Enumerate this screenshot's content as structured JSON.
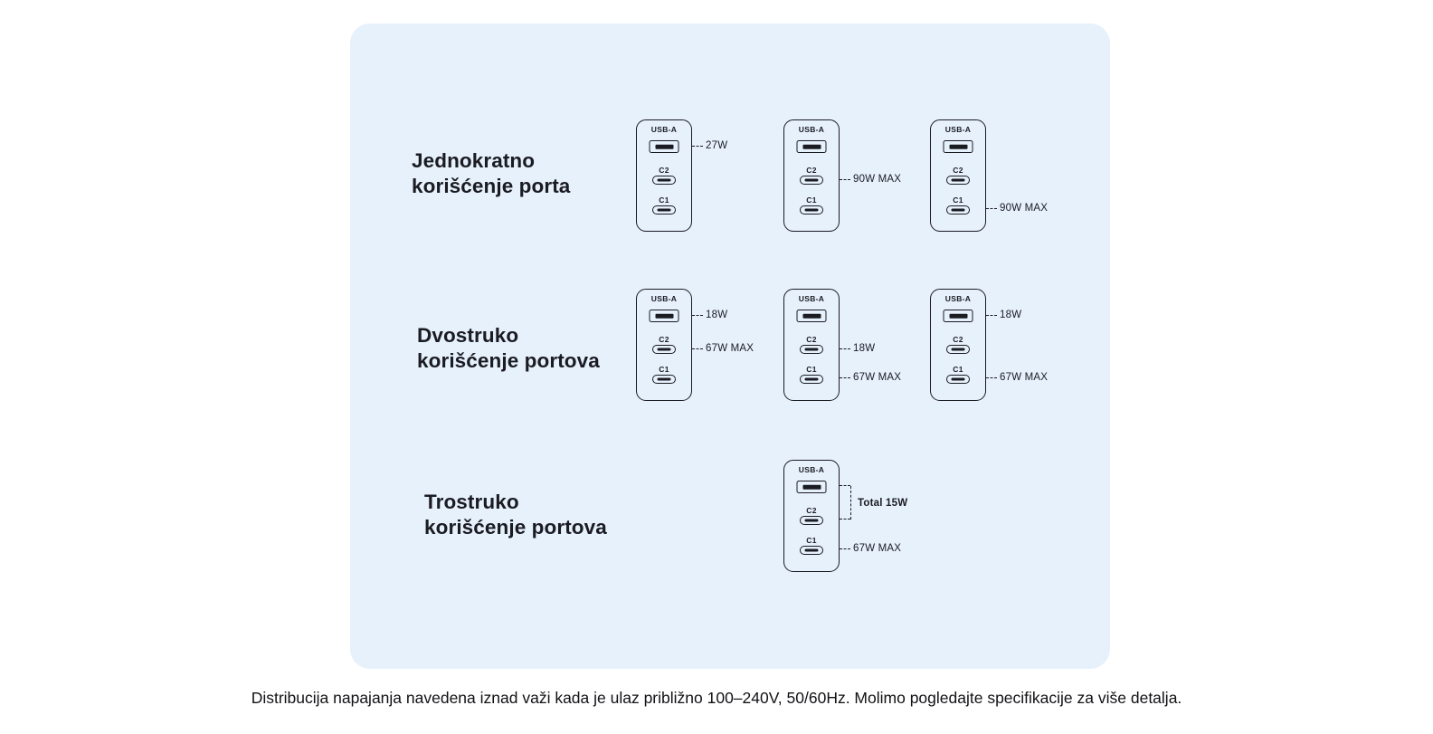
{
  "colors": {
    "panel_bg": "#E6F1FC",
    "ink": "#1B1B22"
  },
  "ports": {
    "usba": "USB-A",
    "c2": "C2",
    "c1": "C1"
  },
  "rows": [
    {
      "title": [
        "Jednokratno",
        "korišćenje porta"
      ],
      "chargers": [
        {
          "callouts": {
            "usba": "27W"
          }
        },
        {
          "callouts": {
            "c2": "90W MAX"
          }
        },
        {
          "callouts": {
            "c1": "90W MAX"
          }
        }
      ]
    },
    {
      "title": [
        "Dvostruko",
        "korišćenje portova"
      ],
      "chargers": [
        {
          "callouts": {
            "usba": "18W",
            "c2": "67W MAX"
          }
        },
        {
          "callouts": {
            "c2": "18W",
            "c1": "67W MAX"
          }
        },
        {
          "callouts": {
            "usba": "18W",
            "c1": "67W MAX"
          }
        }
      ]
    },
    {
      "title": [
        "Trostruko",
        "korišćenje portova"
      ],
      "chargers": [
        {
          "bracket_label": "Total 15W",
          "callouts": {
            "c1": "67W MAX"
          }
        }
      ]
    }
  ],
  "caption": "Distribucija napajanja navedena iznad važi kada je ulaz približno 100–240V, 50/60Hz. Molimo pogledajte specifikacije za više detalja."
}
